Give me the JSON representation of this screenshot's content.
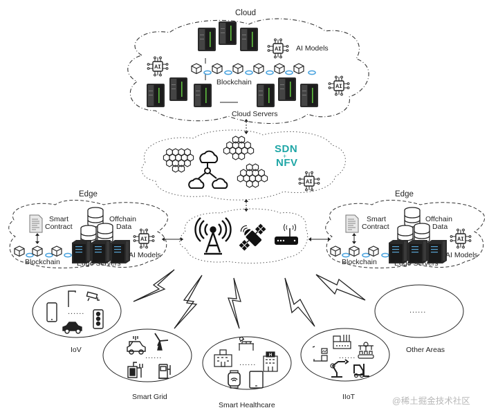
{
  "diagram": {
    "cloud": {
      "title": "Cloud",
      "ai_models_label": "AI Models",
      "blockchain_label": "Blockchain",
      "servers_label": "Cloud Servers",
      "ai_chip_text": "AI"
    },
    "network": {
      "sdn_label": "SDN",
      "plus_label": "+",
      "nfv_label": "NFV",
      "ai_chip_text": "AI"
    },
    "edge_left": {
      "title": "Edge",
      "smart_contract_line1": "Smart",
      "smart_contract_line2": "Contract",
      "offchain_line1": "Offchain",
      "offchain_line2": "Data",
      "blockchain_label": "Blockchain",
      "servers_label": "Edge Servers",
      "ai_models_label": "AI Models",
      "ai_chip_text": "AI"
    },
    "edge_right": {
      "title": "Edge",
      "smart_contract_line1": "Smart",
      "smart_contract_line2": "Contract",
      "offchain_line1": "Offchain",
      "offchain_line2": "Data",
      "blockchain_label": "Blockchain",
      "servers_label": "Edge Servers",
      "ai_models_label": "AI Models",
      "ai_chip_text": "AI"
    },
    "access": {
      "icons": [
        "cell-tower-icon",
        "satellite-icon",
        "wifi-router-icon"
      ]
    },
    "areas": [
      {
        "name": "IoV",
        "ellipsis": "......"
      },
      {
        "name": "Smart Grid",
        "ellipsis": "......"
      },
      {
        "name": "Smart Healthcare",
        "ellipsis": "......"
      },
      {
        "name": "IIoT",
        "ellipsis": "......"
      },
      {
        "name": "Other Areas",
        "ellipsis": "......"
      }
    ],
    "watermark": "@稀土掘金技术社区",
    "colors": {
      "sdn_teal": "#1fa6a6",
      "chain_link_blue": "#4aa3df",
      "server_dark": "#2b2b2b",
      "server_green_led": "#5fbf3f",
      "line": "#222222"
    }
  }
}
